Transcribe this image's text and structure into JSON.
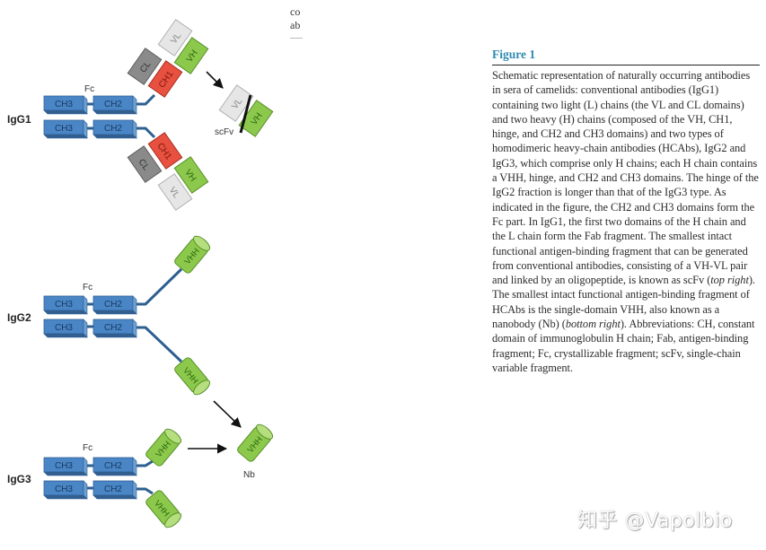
{
  "figure": {
    "title": "Figure 1",
    "caption_parts": {
      "p1": "Schematic representation of naturally occurring antibodies in sera of camelids: conventional antibodies (IgG1) containing two light (L) chains (the VL and CL domains) and two heavy (H) chains (composed of the VH, CH1, hinge, and CH2 and CH3 domains) and two types of homodimeric heavy-chain antibodies (HCAbs), IgG2 and IgG3, which comprise only H chains; each H chain contains a VHH, hinge, and CH2 and CH3 domains. The hinge of the IgG2 fraction is longer than that of the IgG3 type. As indicated in the figure, the CH2 and CH3 domains form the Fc part. In IgG1, the first two domains of the H chain and the L chain form the Fab fragment. The smallest intact functional antigen-binding fragment that can be generated from conventional antibodies, consisting of a VH-VL pair and linked by an oligopeptide, is known as scFv (",
      "i1": "top right",
      "p2": "). The smallest intact functional antigen-binding fragment of HCAbs is the single-domain VHH, also known as a nanobody (Nb) (",
      "i2": "bottom right",
      "p3": "). Abbreviations: CH, constant domain of immunoglobulin H chain; Fab, antigen-binding fragment; Fc, crystallizable fragment; scFv, single-chain variable fragment."
    }
  },
  "cut_text": {
    "line1": "co",
    "line2": "ab"
  },
  "diagram": {
    "colors": {
      "ch_blue": "#4a86c5",
      "ch1_red": "#e8503f",
      "vh_green": "#8cc84b",
      "cl_gray": "#8a8a8a",
      "vl_light": "#e6e6e6",
      "linker": "#2d5f8f"
    },
    "igg1": {
      "label": "IgG1",
      "fc": "Fc",
      "ch3": "CH3",
      "ch2": "CH2",
      "ch1": "CH1",
      "cl": "CL",
      "vl": "VL",
      "vh": "VH",
      "scfv_label": "scFv"
    },
    "igg2": {
      "label": "IgG2",
      "fc": "Fc",
      "ch3": "CH3",
      "ch2": "CH2",
      "vhh": "VHH"
    },
    "igg3": {
      "label": "IgG3",
      "fc": "Fc",
      "ch3": "CH3",
      "ch2": "CH2",
      "vhh": "VHH",
      "nb_label": "Nb"
    }
  },
  "watermark": "知乎 @Vapolbio"
}
